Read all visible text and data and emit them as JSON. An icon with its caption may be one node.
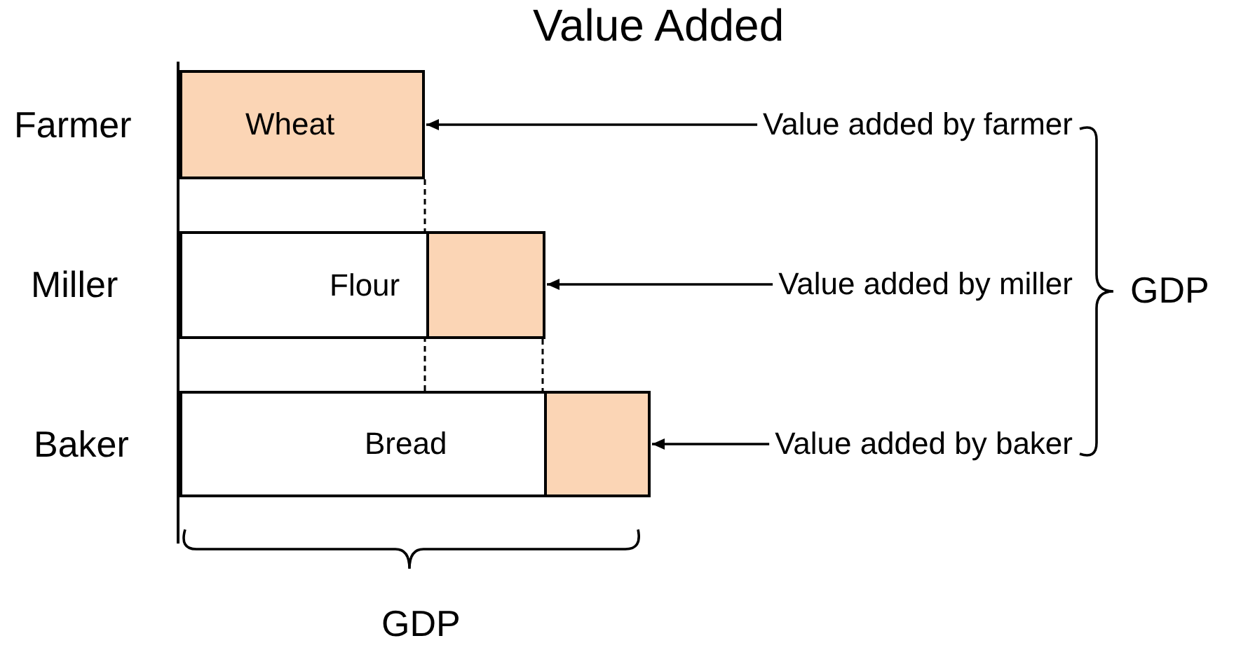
{
  "diagram": {
    "title": "Value Added",
    "nodes": [
      {
        "text": [
          "Wheat"
        ]
      },
      {
        "text": [
          "Flour"
        ]
      },
      {
        "text": [],
        "shape": "box",
        "in": 1
      },
      {
        "text": [
          "Bread"
        ]
      },
      {
        "text": [],
        "shape": "box",
        "in": 3
      },
      {
        "text": [
          "Value added by farmer"
        ]
      },
      {
        "text": [
          "Value added by miller"
        ]
      },
      {
        "text": [
          "Value added by baker"
        ]
      }
    ],
    "edges": [
      {
        "from": 5,
        "to": 0,
        "arrow": "to"
      },
      {
        "from": 6,
        "to": 2,
        "arrow": "to"
      },
      {
        "from": 7,
        "to": 4,
        "arrow": "to"
      }
    ],
    "labels": [
      "Farmer",
      "Miller",
      "Baker",
      "GDP",
      "GDP"
    ]
  }
}
